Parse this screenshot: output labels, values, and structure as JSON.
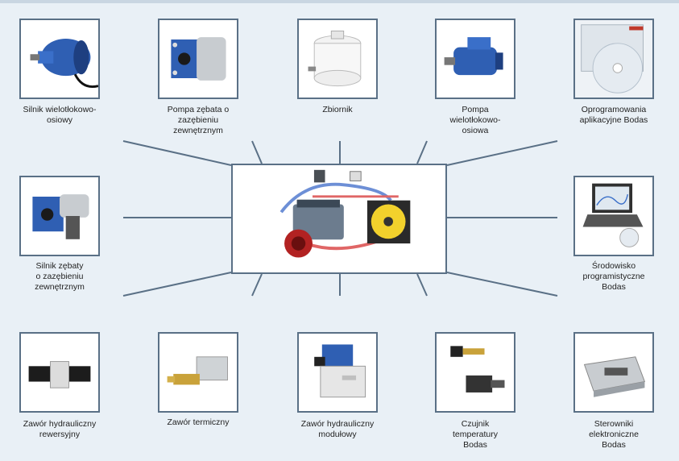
{
  "center": {
    "icon": "engine-cooling-system-icon"
  },
  "components": [
    {
      "id": "multi-piston-motor",
      "icon": "axial-piston-motor-icon",
      "label": [
        "Silnik wielotłokowo-",
        "osiowy"
      ]
    },
    {
      "id": "external-gear-pump",
      "icon": "gear-pump-icon",
      "label": [
        "Pompa zębata o",
        "zazębieniu",
        "zewnętrznym"
      ]
    },
    {
      "id": "tank",
      "icon": "tank-icon",
      "label": [
        "Zbiornik"
      ]
    },
    {
      "id": "axial-piston-pump",
      "icon": "axial-piston-pump-icon",
      "label": [
        "Pompa",
        "wielotłokowo-",
        "osiowa"
      ]
    },
    {
      "id": "application-software",
      "icon": "software-cd-icon",
      "label": [
        "Oprogramowania",
        "aplikacyjne Bodas"
      ]
    },
    {
      "id": "external-gear-motor",
      "icon": "gear-motor-icon",
      "label": [
        "Silnik zębaty",
        "o zazębieniu",
        "zewnętrznym"
      ]
    },
    {
      "id": "programming-environment",
      "icon": "laptop-icon",
      "label": [
        "Środowisko",
        "programistyczne",
        "Bodas"
      ]
    },
    {
      "id": "reversing-valve",
      "icon": "reversing-valve-icon",
      "label": [
        "Zawór hydrauliczny",
        "rewersyjny"
      ]
    },
    {
      "id": "thermal-valve",
      "icon": "thermal-valve-icon",
      "label": [
        "Zawór termiczny"
      ]
    },
    {
      "id": "modular-valve",
      "icon": "modular-valve-icon",
      "label": [
        "Zawór hydrauliczny",
        "modułowy"
      ]
    },
    {
      "id": "temperature-sensor",
      "icon": "temperature-sensor-icon",
      "label": [
        "Czujnik",
        "temperatury",
        "Bodas"
      ]
    },
    {
      "id": "electronic-controller",
      "icon": "controller-icon",
      "label": [
        "Sterowniki",
        "elektroniczne",
        "Bodas"
      ]
    }
  ]
}
